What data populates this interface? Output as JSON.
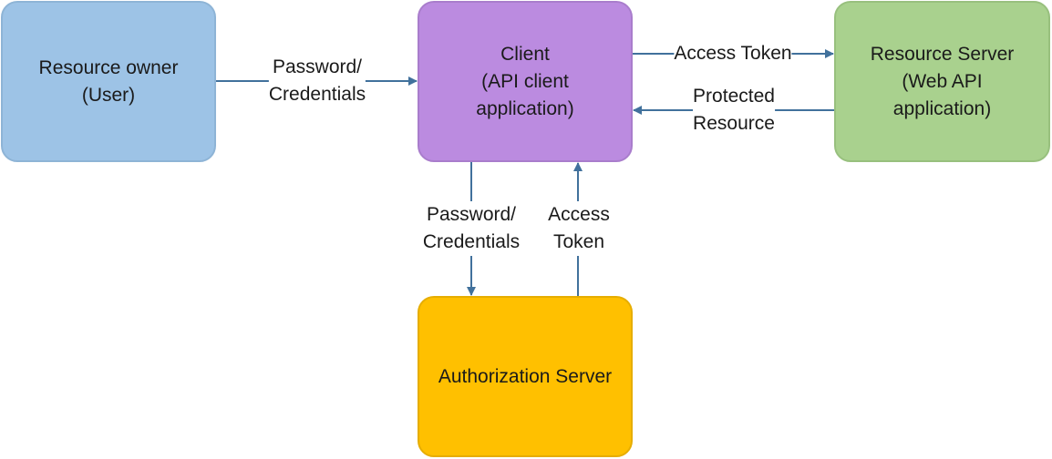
{
  "colors": {
    "owner_fill": "#9dc3e6",
    "owner_border": "#8eb4d6",
    "client_fill": "#bb8be0",
    "client_border": "#a97dcc",
    "resource_server_fill": "#a9d18e",
    "resource_server_border": "#98c07e",
    "auth_server_fill": "#ffc000",
    "auth_server_border": "#e6ad00",
    "arrow": "#41719c"
  },
  "nodes": {
    "resource_owner": {
      "line1": "Resource owner",
      "line2": "(User)"
    },
    "client": {
      "line1": "Client",
      "line2": "(API client",
      "line3": "application)"
    },
    "resource_server": {
      "line1": "Resource Server",
      "line2": "(Web API",
      "line3": "application)"
    },
    "authorization_server": {
      "line1": "Authorization Server"
    }
  },
  "edges": {
    "owner_to_client": {
      "line1": "Password/",
      "line2": "Credentials"
    },
    "client_to_resource": {
      "line1": "Access Token"
    },
    "resource_to_client": {
      "line1": "Protected",
      "line2": "Resource"
    },
    "client_to_auth": {
      "line1": "Password/",
      "line2": "Credentials"
    },
    "auth_to_client": {
      "line1": "Access",
      "line2": "Token"
    }
  }
}
